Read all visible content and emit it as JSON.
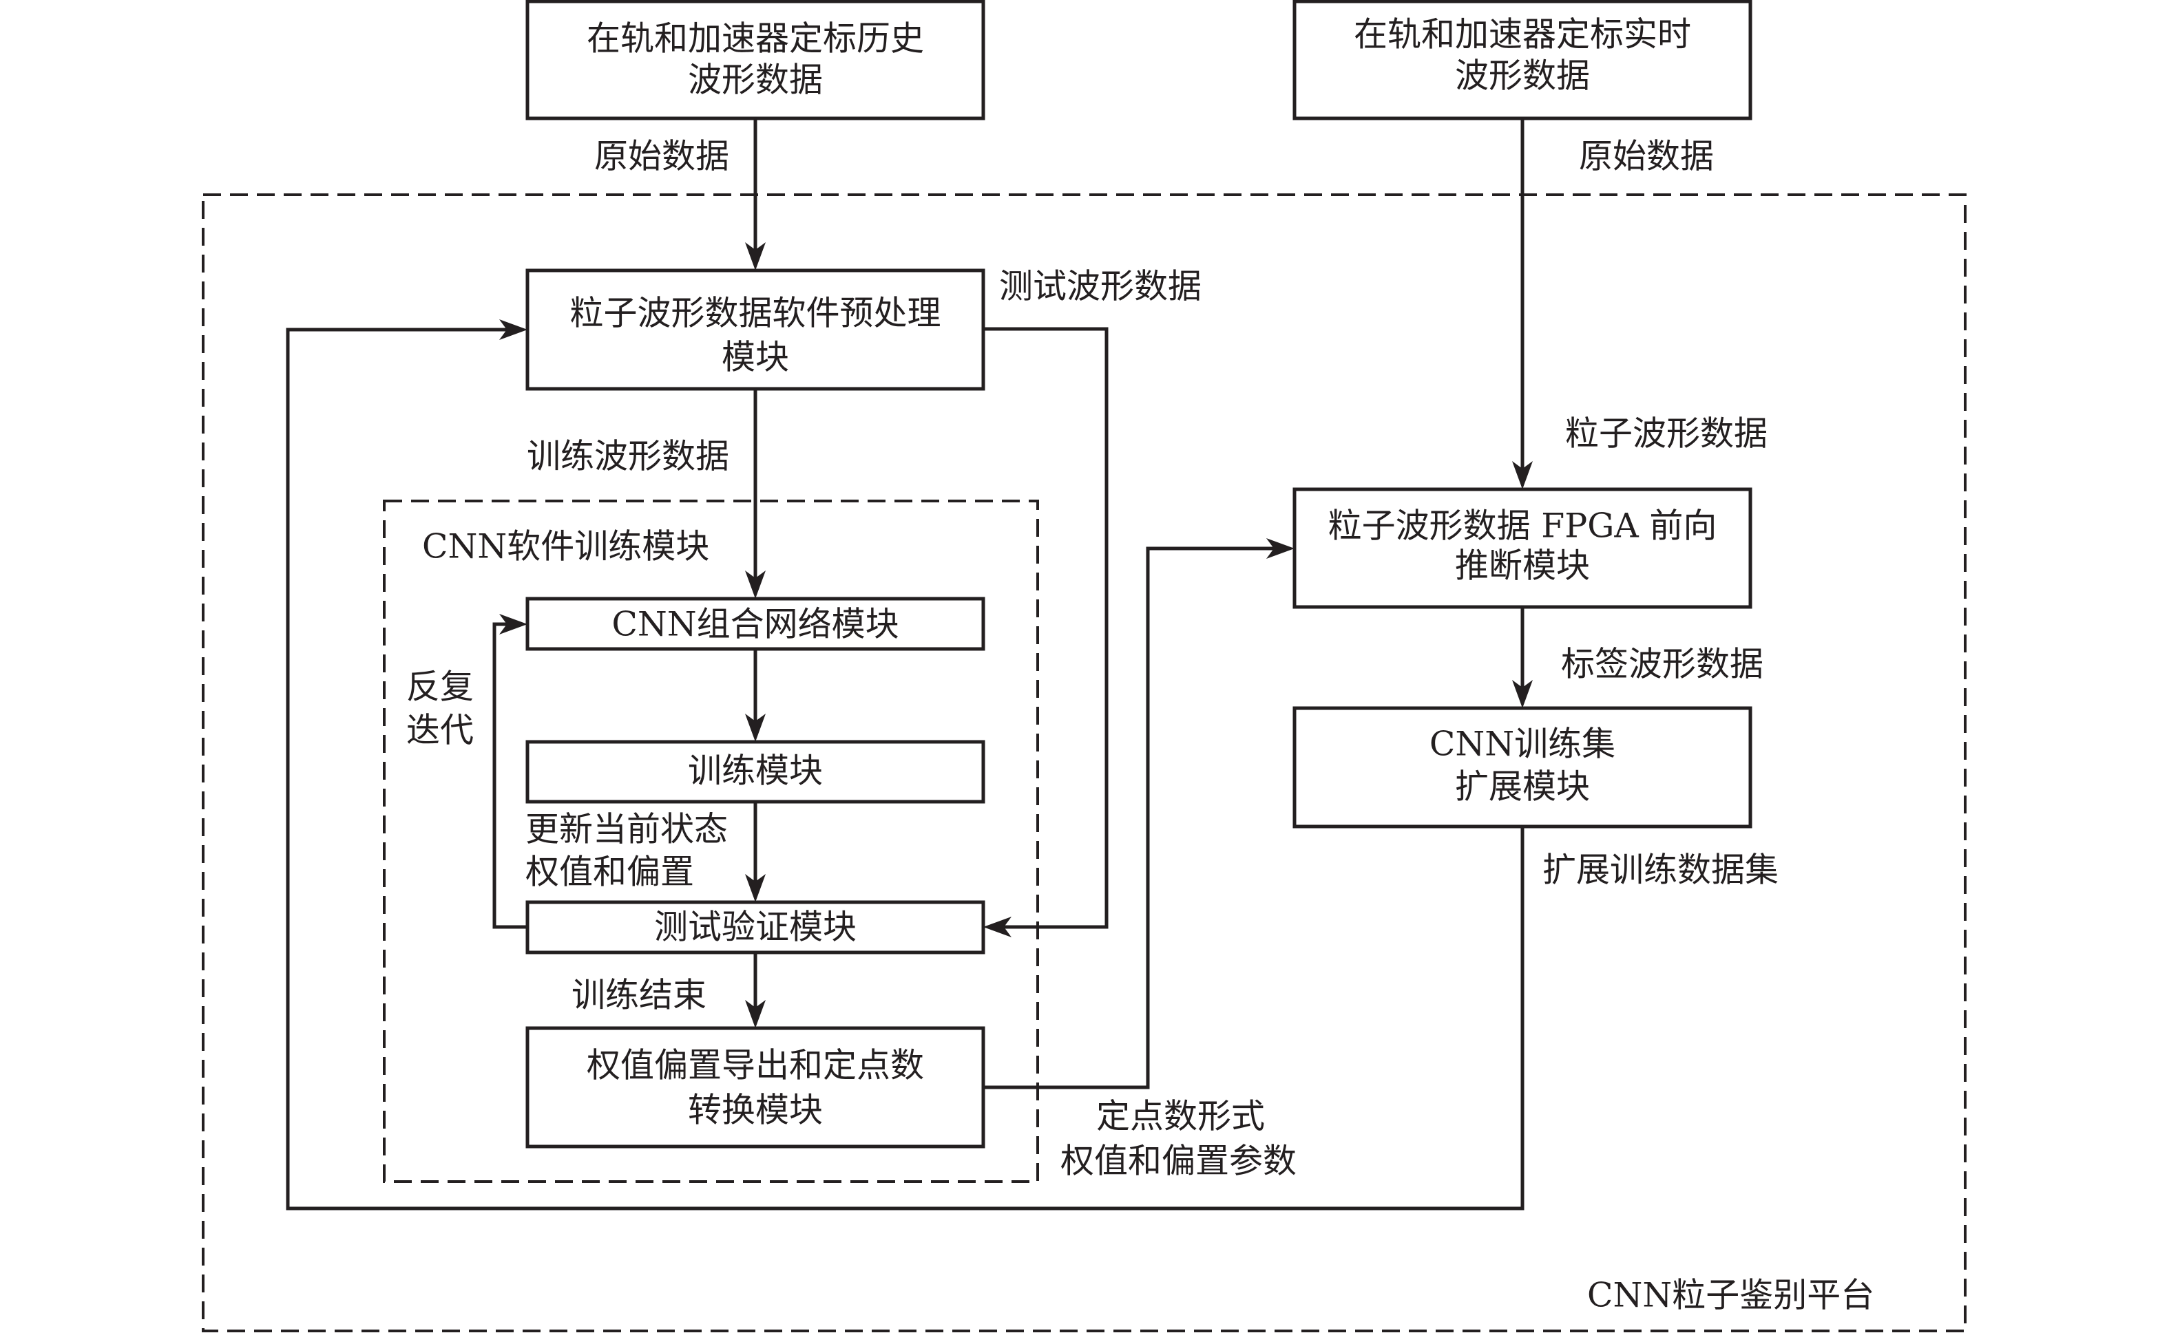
{
  "diagram": {
    "platform_label": "CNN粒子鉴别平台",
    "training_group_label": "CNN软件训练模块",
    "boxes": {
      "history_data": [
        "在轨和加速器定标历史",
        "波形数据"
      ],
      "realtime_data": [
        "在轨和加速器定标实时",
        "波形数据"
      ],
      "preprocess": [
        "粒子波形数据软件预处理",
        "模块"
      ],
      "cnn_network": [
        "CNN组合网络模块"
      ],
      "training": [
        "训练模块"
      ],
      "test_validation": [
        "测试验证模块"
      ],
      "weight_export": [
        "权值偏置导出和定点数",
        "转换模块"
      ],
      "fpga_inference": [
        "粒子波形数据 FPGA 前向",
        "推断模块"
      ],
      "trainset_expand": [
        "CNN训练集",
        "扩展模块"
      ]
    },
    "edge_labels": {
      "raw_data_left": "原始数据",
      "raw_data_right": "原始数据",
      "test_waveform": "测试波形数据",
      "train_waveform": "训练波形数据",
      "iterate": [
        "反复",
        "迭代"
      ],
      "update_state": [
        "更新当前状态",
        "权值和偏置"
      ],
      "train_end": "训练结束",
      "fixed_point": [
        "定点数形式",
        "权值和偏置参数"
      ],
      "particle_waveform": "粒子波形数据",
      "labeled_waveform": "标签波形数据",
      "expanded_dataset": "扩展训练数据集"
    }
  }
}
